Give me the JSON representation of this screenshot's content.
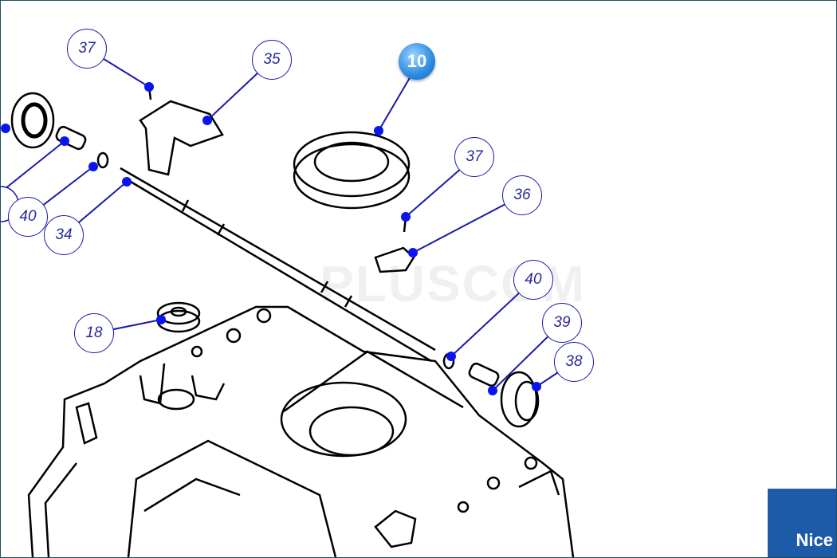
{
  "diagram": {
    "callouts": [
      {
        "id": "c37a",
        "label": "37"
      },
      {
        "id": "c35",
        "label": "35"
      },
      {
        "id": "c10",
        "label": "10",
        "highlighted": true
      },
      {
        "id": "c37b",
        "label": "37"
      },
      {
        "id": "c36",
        "label": "36"
      },
      {
        "id": "c40a",
        "label": "40"
      },
      {
        "id": "c39",
        "label": "39"
      },
      {
        "id": "c38",
        "label": "38"
      },
      {
        "id": "c18",
        "label": "18"
      },
      {
        "id": "c40b",
        "label": "40"
      },
      {
        "id": "c34",
        "label": "34"
      }
    ],
    "watermark": "PLUSCOM",
    "brand": "Nice",
    "colors": {
      "leader": "#1a1aa8",
      "dot": "#0a14f0",
      "brand": "#1d5aa8"
    }
  }
}
